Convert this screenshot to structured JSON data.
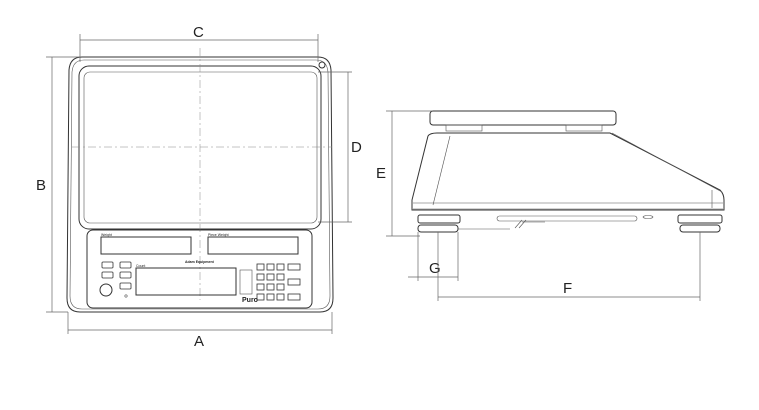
{
  "dimensions": {
    "A": "A",
    "B": "B",
    "C": "C",
    "D": "D",
    "E": "E",
    "F": "F",
    "G": "G"
  },
  "panel": {
    "weight_label": "Weight",
    "piece_weight_label": "Piece Weight",
    "count_label": "Count",
    "brand_line1": "Adam Equipment",
    "model": "Puro"
  },
  "views": [
    "front-view",
    "side-view"
  ]
}
